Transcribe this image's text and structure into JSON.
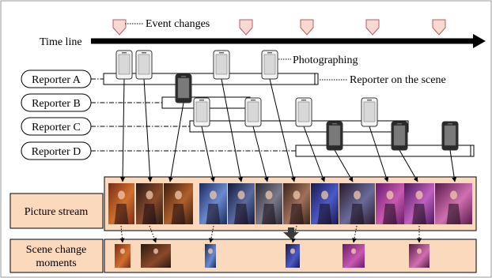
{
  "timeline": {
    "label": "Time line",
    "event_label": "Event changes"
  },
  "annotations": {
    "photographing": "Photographing",
    "reporter_on_scene": "Reporter on the scene"
  },
  "reporters": [
    {
      "name": "Reporter A"
    },
    {
      "name": "Reporter B"
    },
    {
      "name": "Reporter C"
    },
    {
      "name": "Reporter  D"
    }
  ],
  "streams": {
    "picture_stream": "Picture stream",
    "scene_change_line1": "Scene change",
    "scene_change_line2": "moments"
  },
  "colors": {
    "panel_fill": "#fbd9bd",
    "phone_body": "#f2f2f2",
    "phone_dark": "#6e6e6e",
    "marker_fill": "#f8d8d0",
    "timeline": "#000000"
  },
  "photo_palette": [
    [
      "#7a2a18",
      "#d2702c"
    ],
    [
      "#2a1a14",
      "#8a4a2a"
    ],
    [
      "#3a1e12",
      "#b0602a"
    ],
    [
      "#1a2a5a",
      "#6a8ad0"
    ],
    [
      "#141a3a",
      "#5a6aa0"
    ],
    [
      "#2a2a36",
      "#7a7a8a"
    ],
    [
      "#3a2418",
      "#a0705a"
    ],
    [
      "#1a1a4a",
      "#4a5ac8"
    ],
    [
      "#2a1a2a",
      "#6a6a9a"
    ],
    [
      "#6a1a6a",
      "#c85ab0"
    ],
    [
      "#4a1a5a",
      "#c060c0"
    ],
    [
      "#5a1a4a",
      "#d070b0"
    ],
    [
      "#4a0a4a",
      "#e0409a"
    ]
  ],
  "scene_photo_indices": [
    0,
    1,
    3,
    7,
    9,
    11
  ]
}
